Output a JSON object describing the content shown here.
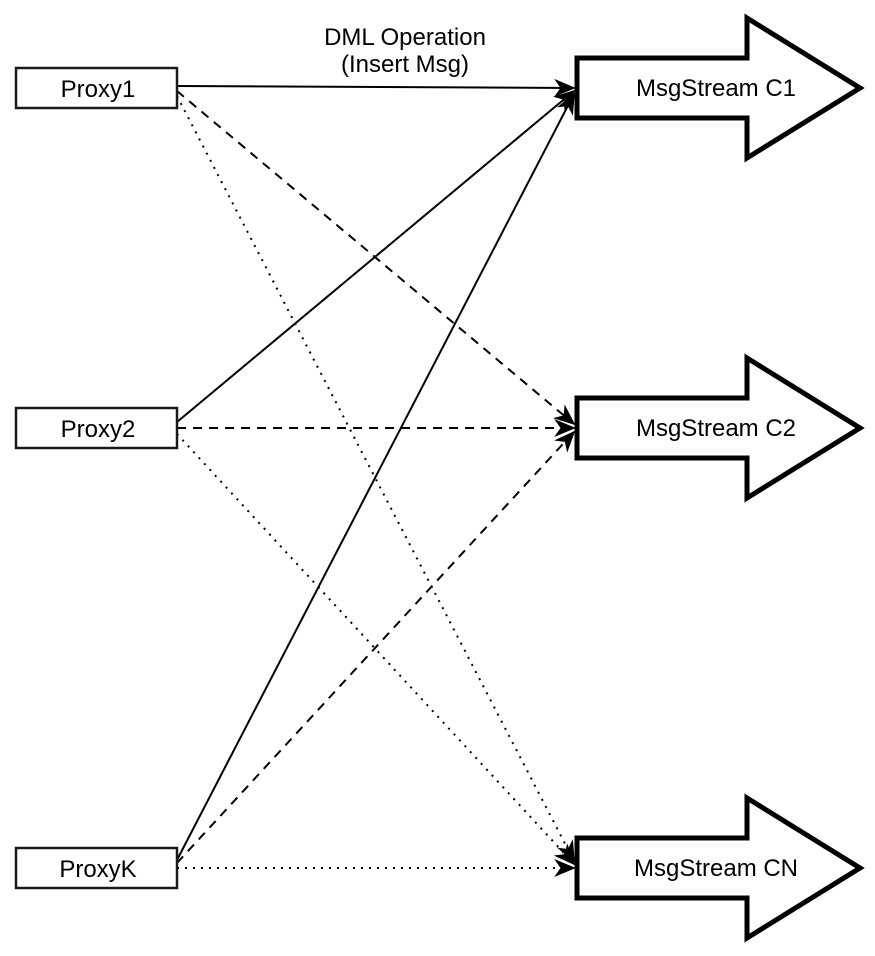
{
  "diagram": {
    "background_color": "#ffffff",
    "stroke_color": "#000000",
    "title": {
      "line1": "DML Operation",
      "line2": "(Insert Msg)"
    },
    "proxies": [
      {
        "id": "proxy1",
        "label": "Proxy1"
      },
      {
        "id": "proxy2",
        "label": "Proxy2"
      },
      {
        "id": "proxyk",
        "label": "ProxyK"
      }
    ],
    "streams": [
      {
        "id": "msgstream-c1",
        "label": "MsgStream C1"
      },
      {
        "id": "msgstream-c2",
        "label": "MsgStream C2"
      },
      {
        "id": "msgstream-cn",
        "label": "MsgStream CN"
      }
    ],
    "edges": [
      {
        "from": "Proxy1",
        "to": "MsgStream C1",
        "style": "solid"
      },
      {
        "from": "Proxy1",
        "to": "MsgStream C2",
        "style": "dashed"
      },
      {
        "from": "Proxy1",
        "to": "MsgStream CN",
        "style": "dotted"
      },
      {
        "from": "Proxy2",
        "to": "MsgStream C1",
        "style": "solid"
      },
      {
        "from": "Proxy2",
        "to": "MsgStream C2",
        "style": "dashed"
      },
      {
        "from": "Proxy2",
        "to": "MsgStream CN",
        "style": "dotted"
      },
      {
        "from": "ProxyK",
        "to": "MsgStream C1",
        "style": "solid"
      },
      {
        "from": "ProxyK",
        "to": "MsgStream C2",
        "style": "dashed"
      },
      {
        "from": "ProxyK",
        "to": "MsgStream CN",
        "style": "dotted"
      }
    ]
  }
}
